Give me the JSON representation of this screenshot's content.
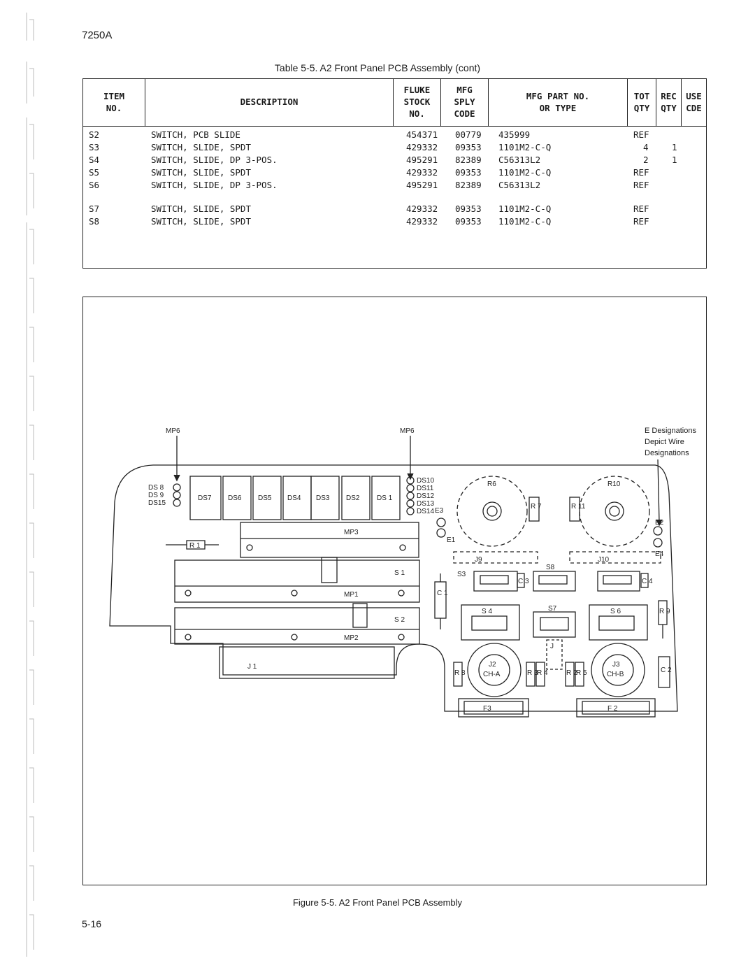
{
  "header": {
    "doc_id": "7250A"
  },
  "table": {
    "caption": "Table 5-5. A2 Front Panel PCB Assembly (cont)",
    "columns": {
      "item": [
        "ITEM",
        "NO."
      ],
      "description": [
        "DESCRIPTION"
      ],
      "fluke": [
        "FLUKE",
        "STOCK",
        "NO."
      ],
      "mfg": [
        "MFG",
        "SPLY",
        "CODE"
      ],
      "part": [
        "MFG PART NO.",
        "OR TYPE"
      ],
      "tot": [
        "TOT",
        "QTY"
      ],
      "rec": [
        "REC",
        "QTY"
      ],
      "use": [
        "USE",
        "CDE"
      ]
    },
    "rows": [
      {
        "item": "S2",
        "desc": "SWITCH, PCB SLIDE",
        "stock": "454371",
        "code": "00779",
        "part": "435999",
        "tot": "REF",
        "rec": ""
      },
      {
        "item": "S3",
        "desc": "SWITCH, SLIDE, SPDT",
        "stock": "429332",
        "code": "09353",
        "part": "1101M2-C-Q",
        "tot": "4",
        "rec": "1"
      },
      {
        "item": "S4",
        "desc": "SWITCH, SLIDE, DP 3-POS.",
        "stock": "495291",
        "code": "82389",
        "part": "C56313L2",
        "tot": "2",
        "rec": "1"
      },
      {
        "item": "S5",
        "desc": "SWITCH, SLIDE, SPDT",
        "stock": "429332",
        "code": "09353",
        "part": "1101M2-C-Q",
        "tot": "REF",
        "rec": ""
      },
      {
        "item": "S6",
        "desc": "SWITCH, SLIDE, DP 3-POS.",
        "stock": "495291",
        "code": "82389",
        "part": "C56313L2",
        "tot": "REF",
        "rec": ""
      },
      {
        "item": "S7",
        "desc": "SWITCH, SLIDE, SPDT",
        "stock": "429332",
        "code": "09353",
        "part": "1101M2-C-Q",
        "tot": "REF",
        "rec": ""
      },
      {
        "item": "S8",
        "desc": "SWITCH, SLIDE, SPDT",
        "stock": "429332",
        "code": "09353",
        "part": "1101M2-C-Q",
        "tot": "REF",
        "rec": ""
      }
    ]
  },
  "figure": {
    "caption": "Figure 5-5. A2 Front Panel PCB Assembly",
    "note": [
      "E Designations",
      "Depict Wire",
      "Designations"
    ],
    "labels": {
      "mp6": "MP6",
      "ds_left": [
        "DS 8",
        "DS 9",
        "DS15"
      ],
      "ds_row": [
        "DS7",
        "DS6",
        "DS5",
        "DS4",
        "DS3",
        "DS2",
        "DS 1"
      ],
      "ds_right": [
        "DS10",
        "DS11",
        "DS12",
        "DS13",
        "DS14"
      ],
      "mp3": "MP3",
      "mp1": "MP1",
      "mp2": "MP2",
      "s1": "S 1",
      "s2": "S 2",
      "r1": "R 1",
      "j1": "J 1",
      "r6": "R6",
      "r10": "R10",
      "r7": "R 7",
      "r11": "R 11",
      "e1": "E1",
      "e2": "E2",
      "e3": "E3",
      "e4": "E4",
      "j9": "J9",
      "j10": "J10",
      "s3": "S3",
      "s8": "S8",
      "s4": "S 4",
      "s7": "S7",
      "s6": "S 6",
      "c1": "C 1",
      "c2": "C 2",
      "c3": "C 3",
      "c4": "C 4",
      "r2": "R 2",
      "r3": "R 3",
      "r4": "R 4",
      "r5": "R 5",
      "r8": "R 8",
      "r9": "R 9",
      "j": "J",
      "j2": "J2",
      "j2sub": "CH-A",
      "j3": "J3",
      "j3sub": "CH-B",
      "f3": "F3",
      "f2": "F 2"
    }
  },
  "footer": {
    "page": "5-16"
  }
}
